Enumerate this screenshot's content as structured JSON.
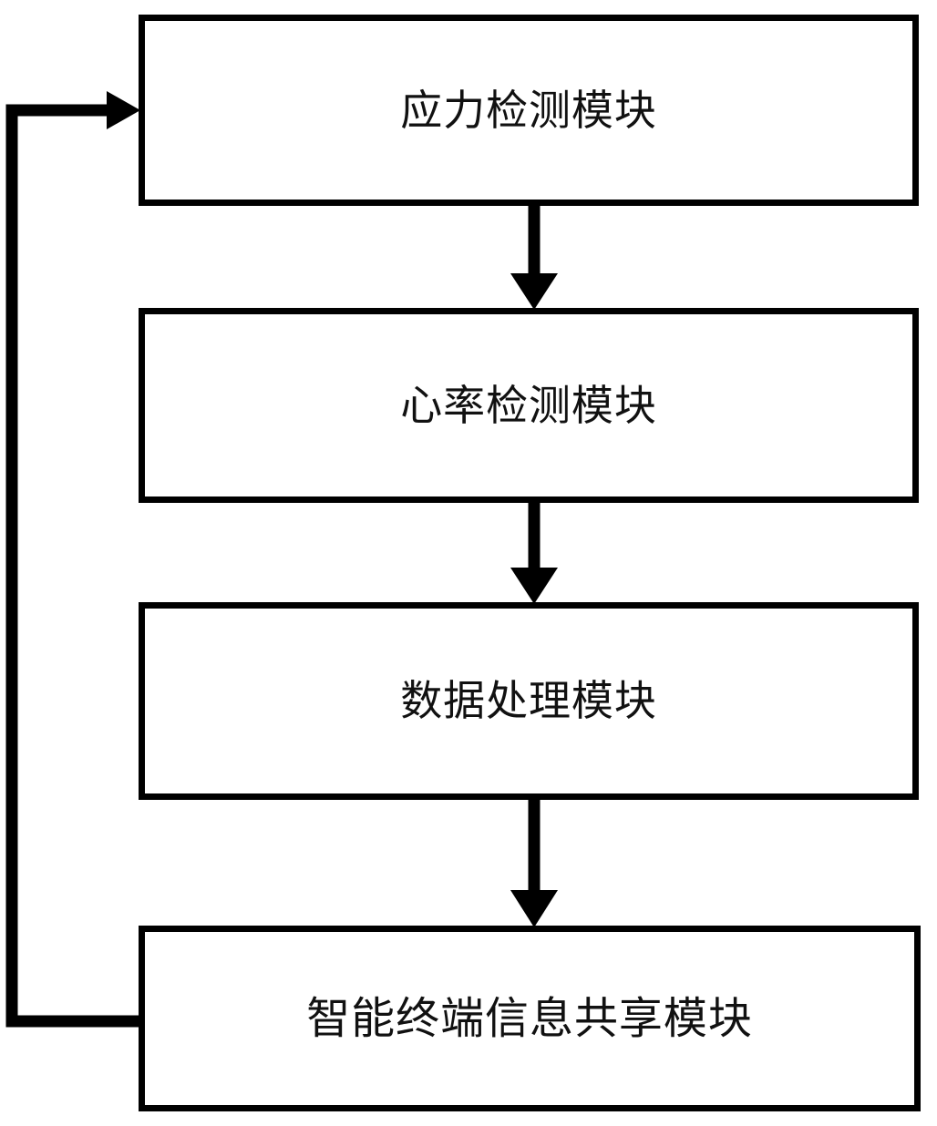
{
  "diagram": {
    "type": "flowchart",
    "orientation": "vertical",
    "title": "",
    "nodes": [
      {
        "id": "stress",
        "label": "应力检测模块"
      },
      {
        "id": "heartrate",
        "label": "心率检测模块"
      },
      {
        "id": "dataproc",
        "label": "数据处理模块"
      },
      {
        "id": "terminalshare",
        "label": "智能终端信息共享模块"
      }
    ],
    "edges": [
      {
        "from": "stress",
        "to": "heartrate",
        "style": "arrow-down",
        "label": ""
      },
      {
        "from": "heartrate",
        "to": "dataproc",
        "style": "arrow-down",
        "label": ""
      },
      {
        "from": "dataproc",
        "to": "terminalshare",
        "style": "arrow-down",
        "label": ""
      },
      {
        "from": "terminalshare",
        "to": "stress",
        "style": "feedback-left",
        "label": ""
      }
    ],
    "colors": {
      "box_border": "#000000",
      "box_fill": "#ffffff",
      "connector": "#000000",
      "text": "#111111",
      "background": "#ffffff"
    }
  }
}
